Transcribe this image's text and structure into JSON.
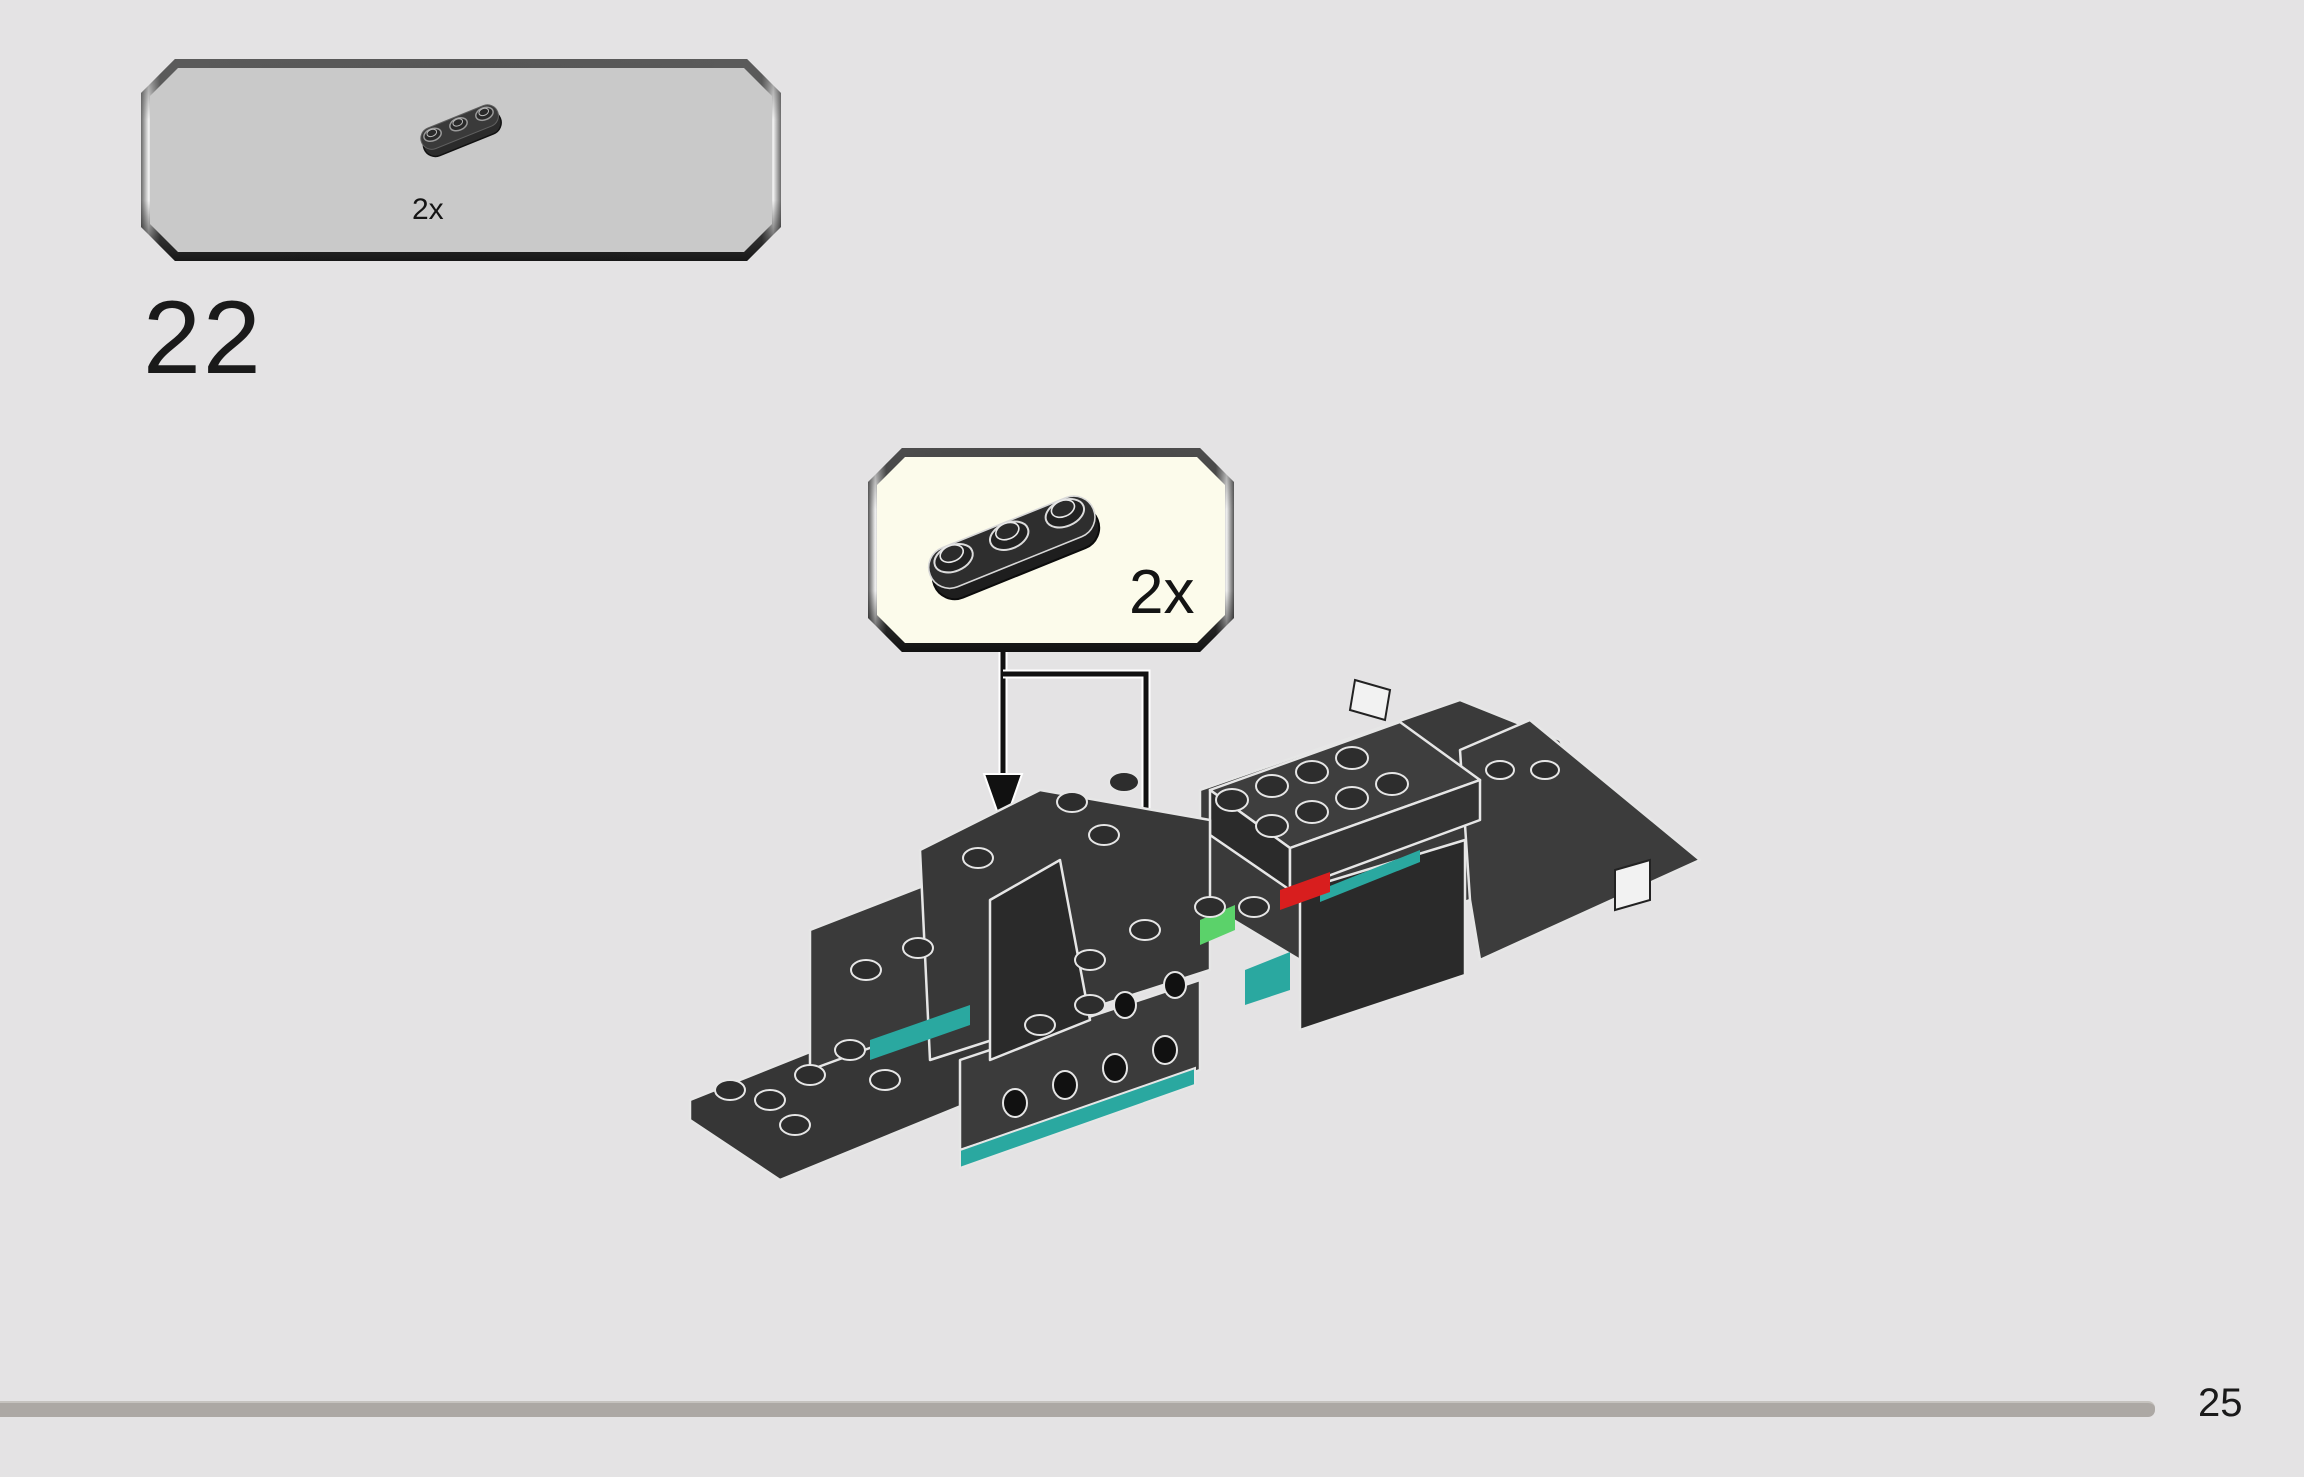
{
  "page": {
    "background_color": "#e4e3e4",
    "page_number": "25"
  },
  "parts_callout": {
    "fill_color": "#c9c9c9",
    "items": [
      {
        "part": "plate-1x3-rounded-dark-gray",
        "quantity_label": "2x"
      }
    ]
  },
  "step": {
    "number": "22"
  },
  "sub_assembly_callout": {
    "fill_color": "#fcfbeb",
    "items": [
      {
        "part": "plate-1x3-rounded-dark-gray",
        "quantity_label": "2x"
      }
    ],
    "arrows": [
      {
        "name": "placement-arrow-left"
      },
      {
        "name": "placement-arrow-right"
      }
    ]
  },
  "model": {
    "description": "partially assembled dark gray vehicle chassis",
    "colors": {
      "body": "#3a3a3a",
      "outline": "#e6e6e6",
      "accent_teal": "#2aa8a0",
      "accent_red": "#d81e1e",
      "accent_green": "#5bd26a"
    }
  },
  "footer": {
    "bar_color": "#aca8a4"
  }
}
